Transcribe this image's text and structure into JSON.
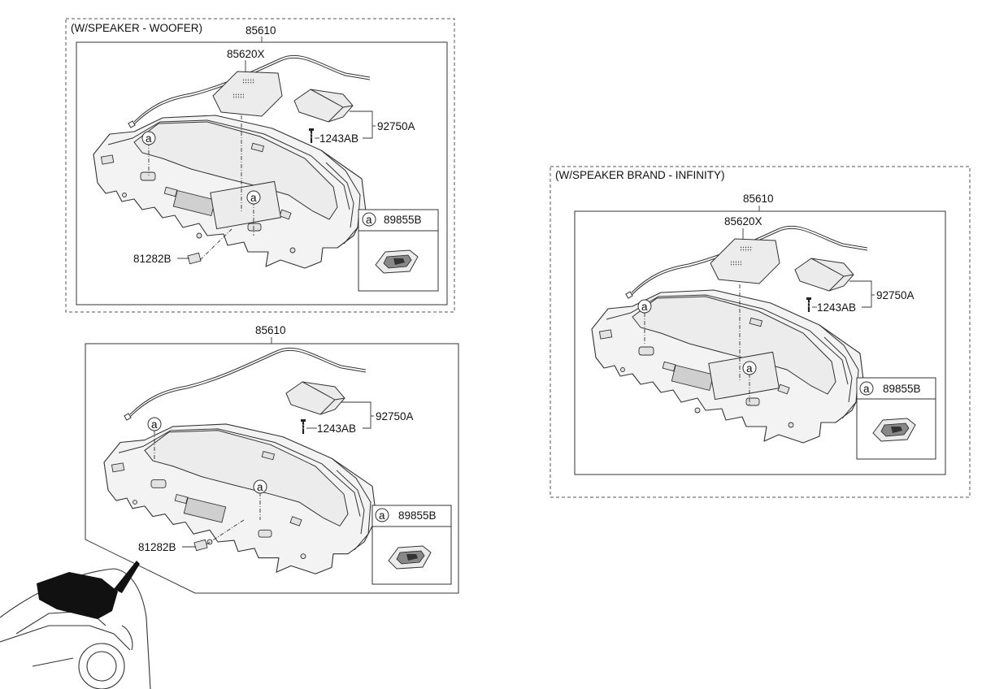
{
  "panels": {
    "woofer": {
      "title": "(W/SPEAKER - WOOFER)",
      "assembly": "85610",
      "speaker_cover": "85620X",
      "bracket": "92750A",
      "screw": "1243AB",
      "clip": "81282B",
      "ref_letter": "a",
      "clip_part": "89855B"
    },
    "base": {
      "assembly": "85610",
      "bracket": "92750A",
      "screw": "1243AB",
      "clip": "81282B",
      "ref_letter": "a",
      "clip_part": "89855B"
    },
    "infinity": {
      "title": "(W/SPEAKER BRAND - INFINITY)",
      "assembly": "85610",
      "speaker_cover": "85620X",
      "bracket": "92750A",
      "screw": "1243AB",
      "ref_letter": "a",
      "clip_part": "89855B"
    }
  }
}
